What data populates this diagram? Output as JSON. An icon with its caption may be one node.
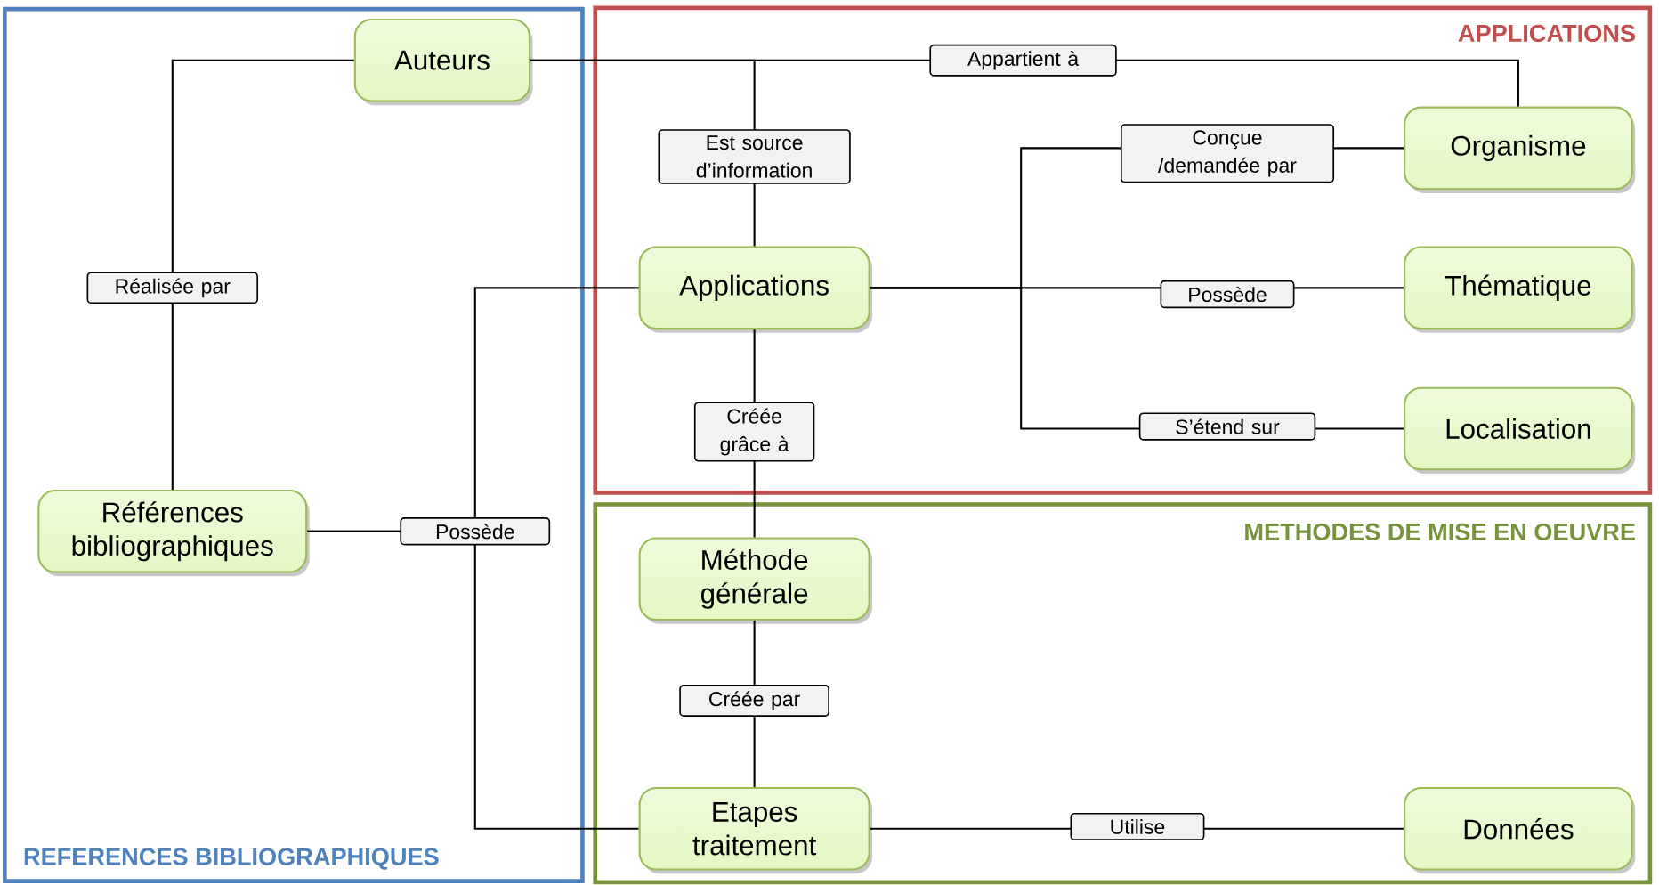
{
  "diagram": {
    "nodes": [
      {
        "text": [
          "REFERENCES BIBLIOGRAPHIQUES"
        ]
      },
      {
        "text": [
          "Auteurs"
        ],
        "in": 0
      },
      {
        "text": [
          "Références bibliographiques"
        ],
        "in": 0
      },
      {
        "text": [
          "APPLICATIONS"
        ]
      },
      {
        "text": [
          "Applications"
        ],
        "in": 3
      },
      {
        "text": [
          "Organisme"
        ],
        "in": 3
      },
      {
        "text": [
          "Thématique"
        ],
        "in": 3
      },
      {
        "text": [
          "Localisation"
        ],
        "in": 3
      },
      {
        "text": [
          "METHODES DE MISE EN OEUVRE"
        ]
      },
      {
        "text": [
          "Méthode générale"
        ],
        "in": 8
      },
      {
        "text": [
          "Etapes traitement"
        ],
        "in": 8
      },
      {
        "text": [
          "Données"
        ],
        "in": 8
      }
    ],
    "edges": [
      {
        "from": 2,
        "to": 1,
        "arrow": "none",
        "label": "Réalisée par"
      },
      {
        "from": 1,
        "to": 5,
        "arrow": "none",
        "label": "Appartient à"
      },
      {
        "from": 1,
        "to": 4,
        "arrow": "none",
        "label": "Est source d’information"
      },
      {
        "from": 2,
        "to": 4,
        "arrow": "none",
        "label": "Possède"
      },
      {
        "from": 2,
        "to": 10,
        "arrow": "none"
      },
      {
        "from": 4,
        "to": 5,
        "arrow": "none",
        "label": "Conçue /demandée par"
      },
      {
        "from": 4,
        "to": 6,
        "arrow": "none",
        "label": "Possède"
      },
      {
        "from": 4,
        "to": 7,
        "arrow": "none",
        "label": "S’étend sur"
      },
      {
        "from": 4,
        "to": 9,
        "arrow": "none",
        "label": "Créée grâce à"
      },
      {
        "from": 9,
        "to": 10,
        "arrow": "none",
        "label": "Créée par"
      },
      {
        "from": 10,
        "to": 11,
        "arrow": "none",
        "label": "Utilise"
      }
    ]
  }
}
